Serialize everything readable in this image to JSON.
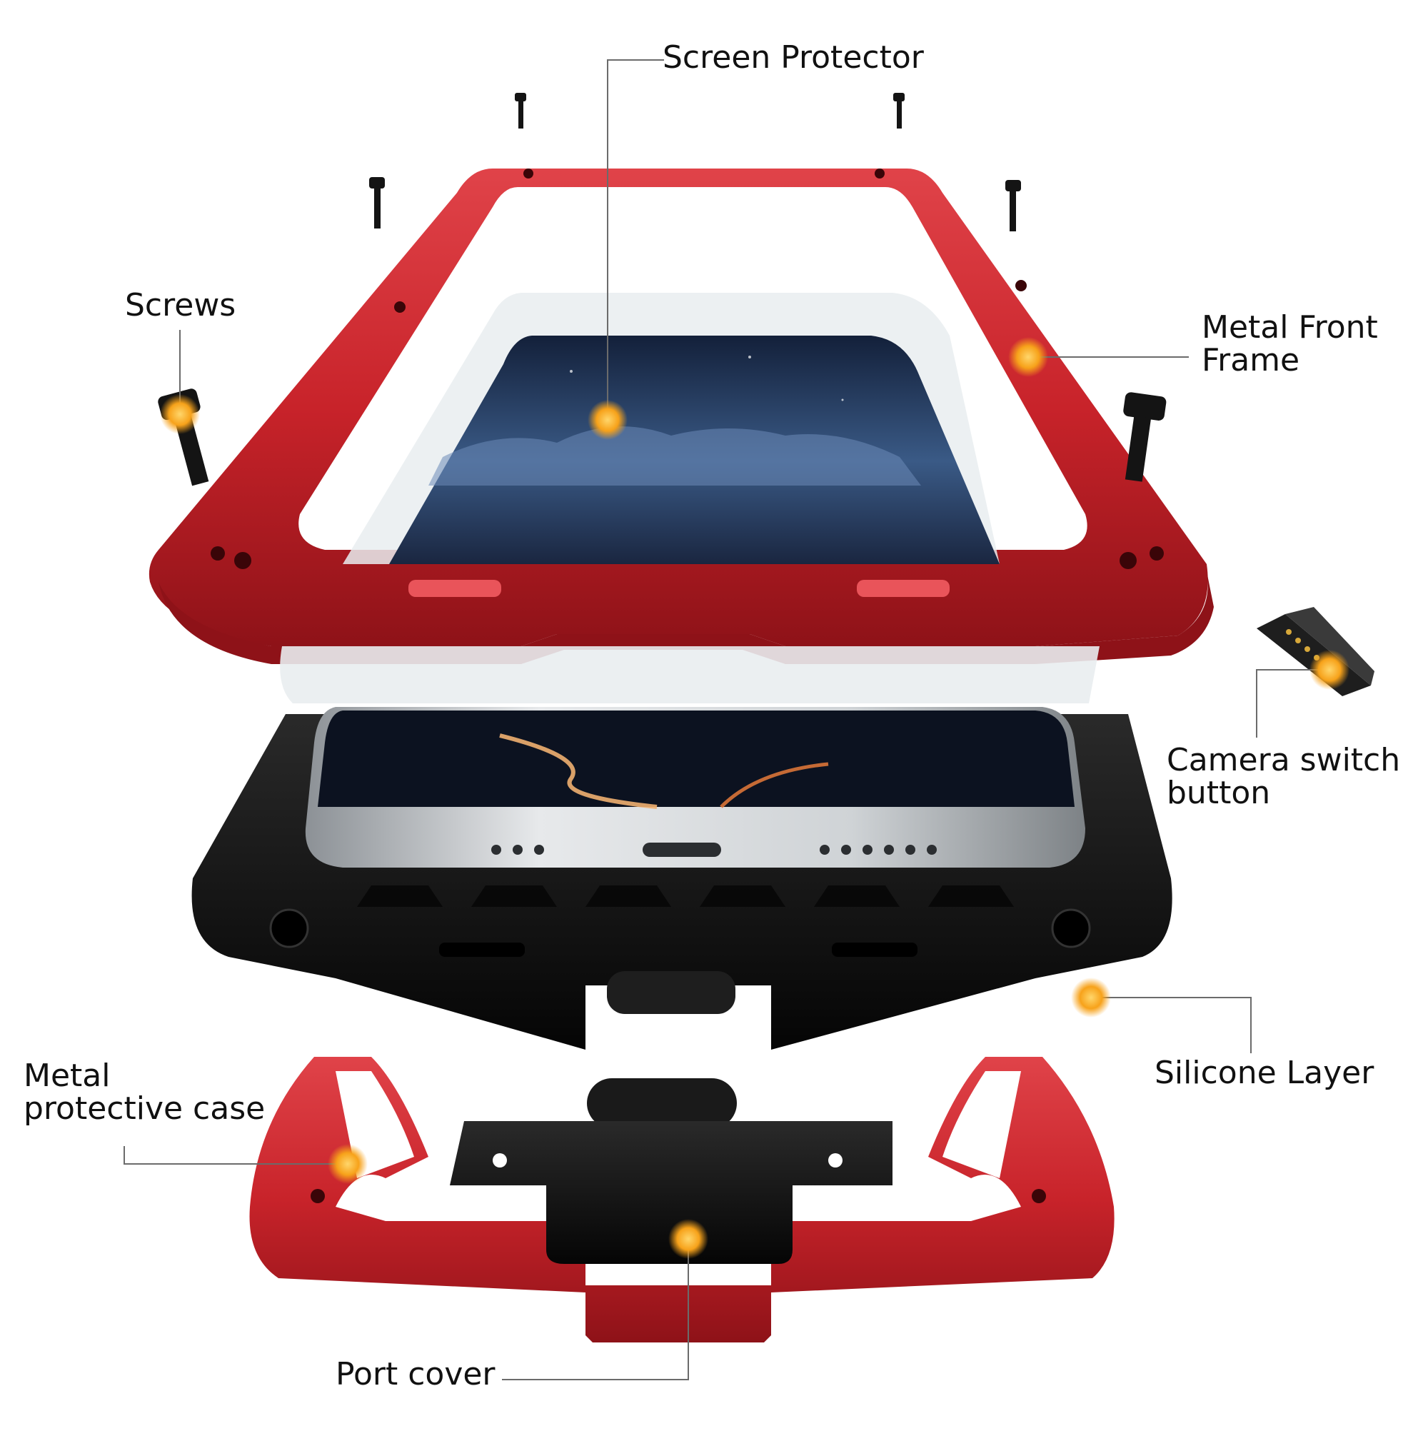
{
  "labels": {
    "screen_protector": "Screen Protector",
    "screws": "Screws",
    "metal_front_frame": "Metal Front\nFrame",
    "camera_switch_button": "Camera switch\nbutton",
    "silicone_layer": "Silicone Layer",
    "metal_protective_case": "Metal\nprotective case",
    "port_cover": "Port cover"
  },
  "colors": {
    "frame_red": "#c8232a",
    "frame_red_dark": "#8e1218",
    "frame_red_light": "#e9545a",
    "silicone_black": "#121212",
    "marker_orange": "#f7a21a",
    "leader_line": "#6b6b6b",
    "screen_night": "#1c2a44",
    "phone_silver": "#bfc3c7"
  },
  "icons": {
    "marker": "orange-dot-icon",
    "screw": "screw-icon",
    "switch": "camera-switch-icon"
  }
}
